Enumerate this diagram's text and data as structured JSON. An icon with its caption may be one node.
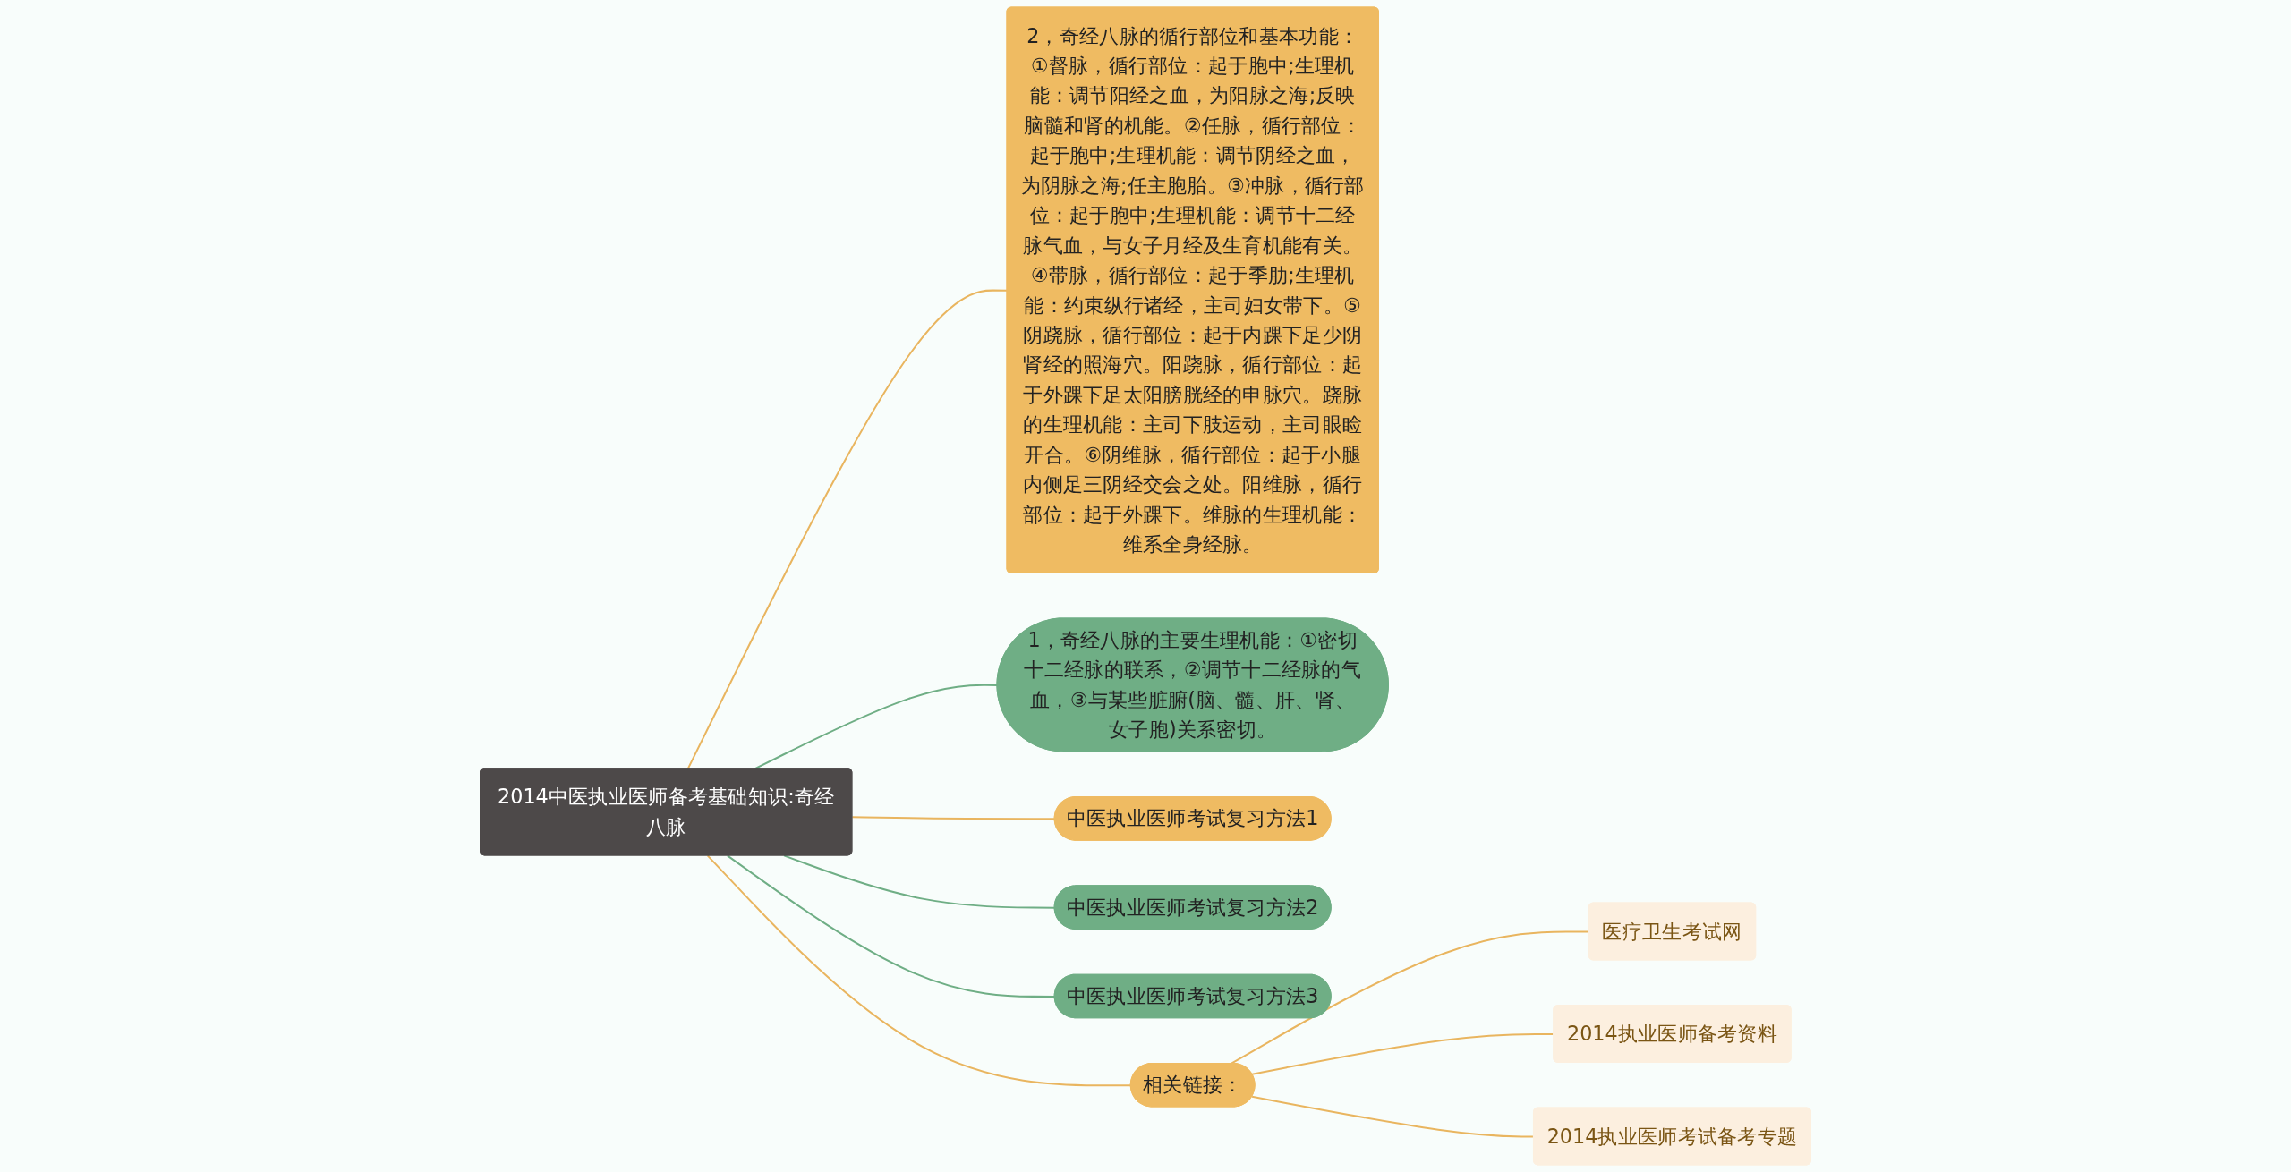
{
  "diagram": {
    "nodes": [
      {
        "text": [
          "2014中医执业医师备考基础知识:奇经八脉"
        ]
      },
      {
        "text": [
          "2，奇经八脉的循行部位和基本功能：①督脉，循行部位：起于胞中;生理机能：调节阳经之血，为阳脉之海;反映脑髓和肾的机能。②任脉，循行部位：起于胞中;生理机能：调节阴经之血，为阴脉之海;任主胞胎。③冲脉，循行部位：起于胞中;生理机能：调节十二经脉气血，与女子月经及生育机能有关。④带脉，循行部位：起于季肋;生理机能：约束纵行诸经，主司妇女带下。⑤阴跷脉，循行部位：起于内踝下足少阴肾经的照海穴。阳跷脉，循行部位：起于外踝下足太阳膀胱经的申脉穴。跷脉的生理机能：主司下肢运动，主司眼睑开合。⑥阴维脉，循行部位：起于小腿内侧足三阴经交会之处。阳维脉，循行部位：起于外踝下。维脉的生理机能：维系全身经脉。"
        ]
      },
      {
        "text": [
          "1，奇经八脉的主要生理机能：①密切十二经脉的联系，②调节十二经脉的气血，③与某些脏腑(脑、髓、肝、肾、女子胞)关系密切。"
        ]
      },
      {
        "text": [
          "中医执业医师考试复习方法1"
        ]
      },
      {
        "text": [
          "中医执业医师考试复习方法2"
        ]
      },
      {
        "text": [
          "中医执业医师考试复习方法3"
        ]
      },
      {
        "text": [
          "相关链接："
        ]
      },
      {
        "text": [
          "医疗卫生考试网"
        ]
      },
      {
        "text": [
          "2014执业医师备考资料"
        ]
      },
      {
        "text": [
          "2014执业医师考试备考专题"
        ]
      }
    ],
    "edges": [
      {
        "from": 0,
        "to": 1,
        "arrow": "none"
      },
      {
        "from": 0,
        "to": 2,
        "arrow": "none",
        "color": "#6fae85"
      },
      {
        "from": 0,
        "to": 3,
        "arrow": "none"
      },
      {
        "from": 0,
        "to": 4,
        "arrow": "none",
        "color": "#6fae85"
      },
      {
        "from": 0,
        "to": 5,
        "arrow": "none",
        "color": "#6fae85"
      },
      {
        "from": 0,
        "to": 6,
        "arrow": "none"
      },
      {
        "from": 6,
        "to": 7,
        "arrow": "none"
      },
      {
        "from": 6,
        "to": 8,
        "arrow": "none"
      },
      {
        "from": 6,
        "to": 9,
        "arrow": "none"
      }
    ]
  }
}
